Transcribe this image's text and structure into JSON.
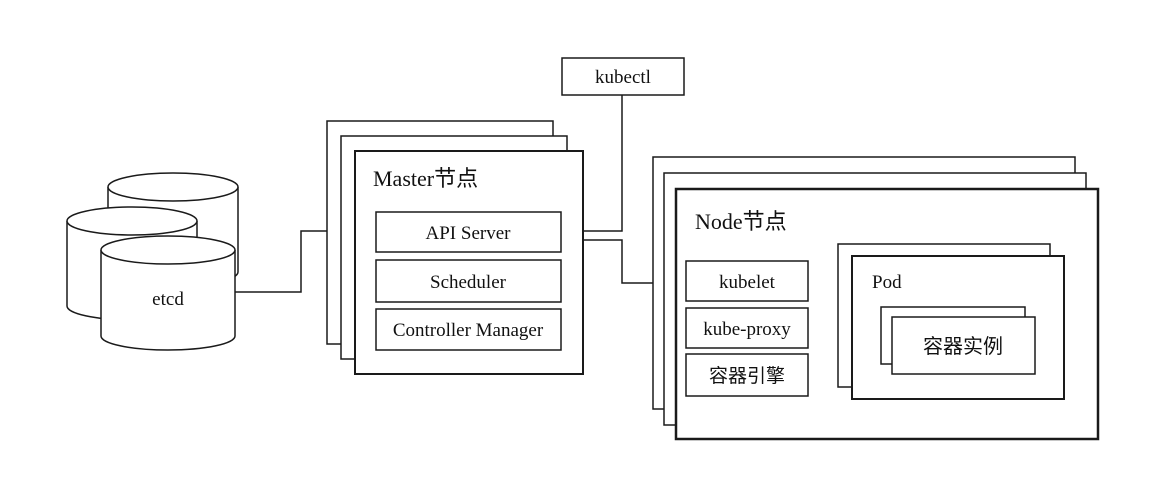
{
  "colors": {
    "line": "#1a1a1a",
    "background": "#ffffff"
  },
  "etcd": {
    "label": "etcd"
  },
  "kubectl": {
    "label": "kubectl"
  },
  "master": {
    "title": "Master节点",
    "components": {
      "api_server": "API Server",
      "scheduler": "Scheduler",
      "controller_manager": "Controller Manager"
    }
  },
  "node": {
    "title": "Node节点",
    "components": {
      "kubelet": "kubelet",
      "kube_proxy": "kube-proxy",
      "container_engine": "容器引擎"
    },
    "pod": {
      "title": "Pod",
      "container": "容器实例"
    }
  }
}
